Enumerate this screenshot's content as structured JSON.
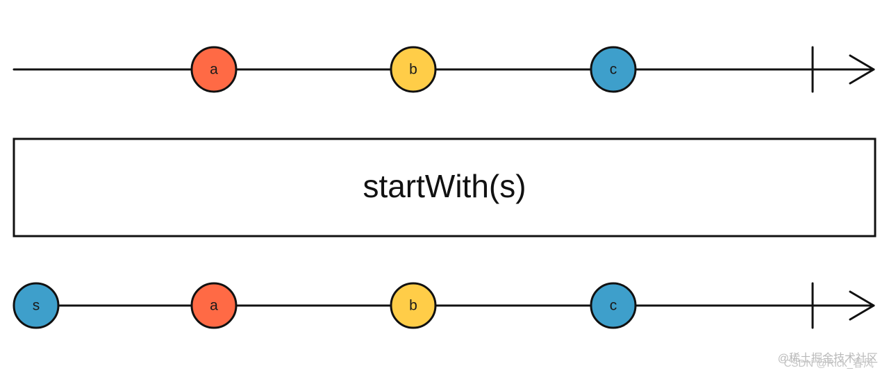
{
  "colors": {
    "stroke": "#111111",
    "red": "#ff6a45",
    "yellow": "#ffcd48",
    "blue": "#3e9fcb"
  },
  "input_stream": {
    "marbles": [
      {
        "label": "a",
        "color": "red"
      },
      {
        "label": "b",
        "color": "yellow"
      },
      {
        "label": "c",
        "color": "blue"
      }
    ],
    "completes": true
  },
  "operator": {
    "label": "startWith(s)"
  },
  "output_stream": {
    "marbles": [
      {
        "label": "s",
        "color": "blue"
      },
      {
        "label": "a",
        "color": "red"
      },
      {
        "label": "b",
        "color": "yellow"
      },
      {
        "label": "c",
        "color": "blue"
      }
    ],
    "completes": true
  },
  "watermark": {
    "line1": "@稀土掘金技术社区",
    "line2": "CSDN @Rick_春风"
  }
}
